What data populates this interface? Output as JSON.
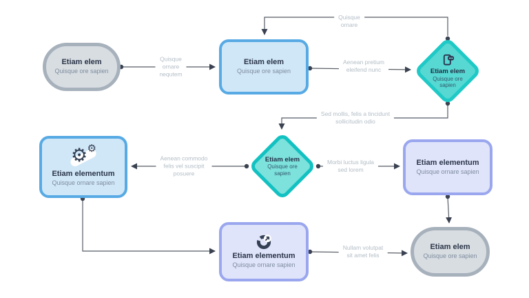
{
  "diagram": {
    "title": "Flowchart infographic",
    "colors": {
      "background": "#ffffff",
      "gray_fill": "#d8dde2",
      "gray_border": "#a7b1bc",
      "blue_fill": "#d0e7f8",
      "blue_border": "#57aae4",
      "teal_fill_strong": "#57d8d2",
      "teal_fill_light": "#7de1dc",
      "teal_border": "#16c5c3",
      "lavender_fill": "#dfe4fb",
      "lavender_border": "#9aa7ee",
      "edge_line": "#555b63",
      "edge_label_text": "#b3bdc6",
      "node_title_text": "#2b3548",
      "node_subtitle_text": "#7e8c9d",
      "icon_color": "#333f54"
    },
    "nodes": [
      {
        "id": "start",
        "shape": "pill",
        "title": "Etiam elem",
        "subtitle": "Quisque ore sapien"
      },
      {
        "id": "process-1",
        "shape": "rect",
        "title": "Etiam elem",
        "subtitle": "Quisque ore sapien"
      },
      {
        "id": "decision-1",
        "shape": "diamond",
        "icon": "phone-chat-icon",
        "title": "Etiam elem",
        "subtitle": "Quisque ore\nsapien"
      },
      {
        "id": "process-2",
        "shape": "rect",
        "icon": "gears-icon",
        "title": "Etiam elementum",
        "subtitle": "Quisque ornare sapien"
      },
      {
        "id": "decision-2",
        "shape": "diamond",
        "title": "Etiam elem",
        "subtitle": "Quisque ore\nsapien"
      },
      {
        "id": "process-3",
        "shape": "rect",
        "title": "Etiam elementum",
        "subtitle": "Quisque ornare sapien"
      },
      {
        "id": "process-4",
        "shape": "rect",
        "icon": "donut-arrow-icon",
        "title": "Etiam elementum",
        "subtitle": "Quisque ornare sapien"
      },
      {
        "id": "end",
        "shape": "pill",
        "title": "Etiam elem",
        "subtitle": "Quisque ore sapien"
      }
    ],
    "edge_labels": [
      {
        "id": "start-to-process1",
        "text": "Quisque\nornare\nnequtem"
      },
      {
        "id": "process1-to-decision1",
        "text": "Aenean pretium\neleifend nunc"
      },
      {
        "id": "decision1-to-process1",
        "text": "Quisque\nornare"
      },
      {
        "id": "decision1-to-decision2",
        "text": "Sed mollis, felis a tincidunt\nsollicitudin odio"
      },
      {
        "id": "decision2-to-process2",
        "text": "Aenean commodo\nfelis vel suscipit\nposuere"
      },
      {
        "id": "decision2-to-process3",
        "text": "Morbi luctus ligula\nsed lorem"
      },
      {
        "id": "process4-to-end",
        "text": "Nullam volutpat\nsit amet felis"
      }
    ]
  }
}
